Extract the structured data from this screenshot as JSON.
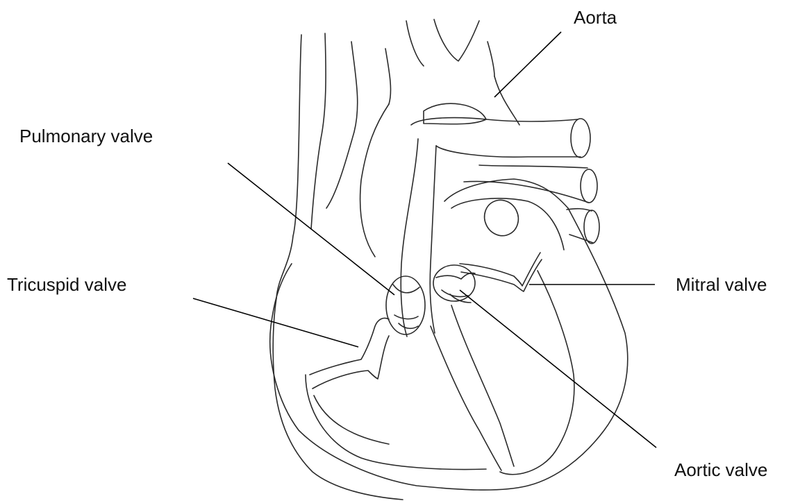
{
  "labels": {
    "aorta": "Aorta",
    "pulmonary_valve": "Pulmonary valve",
    "tricuspid_valve": "Tricuspid valve",
    "mitral_valve": "Mitral valve",
    "aortic_valve": "Aortic valve"
  },
  "colors": {
    "line": "#2a2a2a",
    "text": "#111111",
    "background": "#ffffff"
  }
}
